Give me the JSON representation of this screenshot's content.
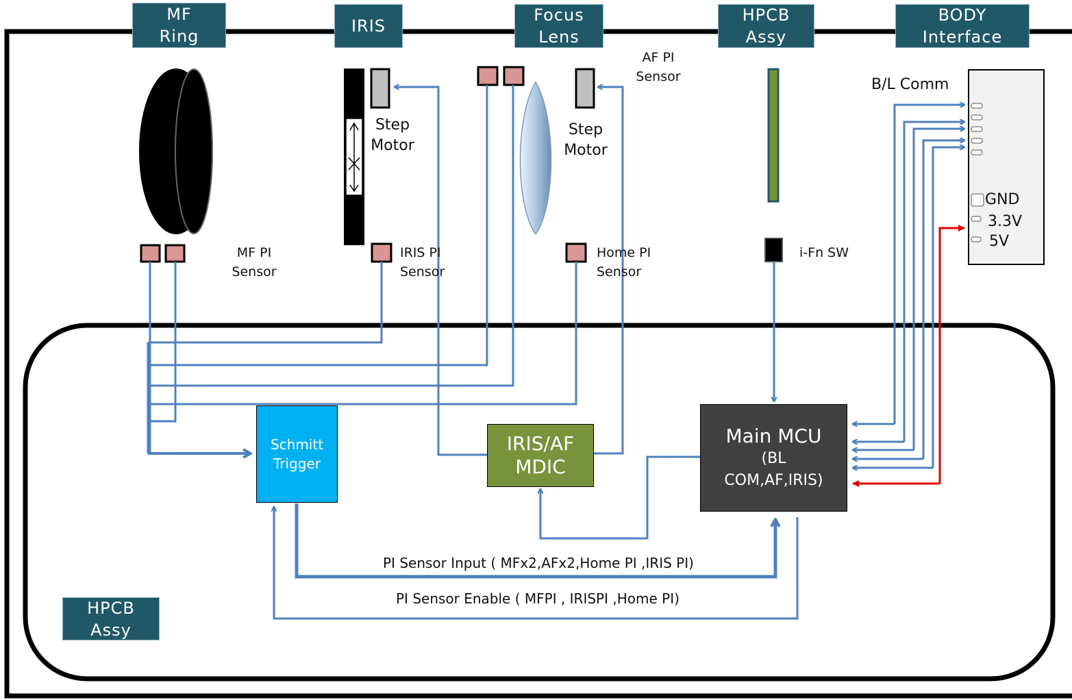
{
  "headers": {
    "mf_ring": "MF\nRing",
    "iris": "IRIS",
    "focus_lens": "Focus\nLens",
    "hpcb_assy": "HPCB\nAssy",
    "body_interface": "BODY\nInterface"
  },
  "labels": {
    "step_motor_iris": "Step\nMotor",
    "step_motor_af": "Step\nMotor",
    "af_pi_sensor": "AF PI\nSensor",
    "mf_pi_sensor": "MF PI\nSensor",
    "iris_pi_sensor": "IRIS PI\nSensor",
    "home_pi_sensor": "Home PI\nSensor",
    "ifn_sw": "i-Fn SW",
    "bl_comm": "B/L Comm"
  },
  "connector": {
    "gnd": "GND",
    "v33": "3.3V",
    "v5": "5V"
  },
  "blocks": {
    "schmitt": "Schmitt\nTrigger",
    "mdic": "IRIS/AF\nMDIC",
    "mcu_title": "Main MCU",
    "mcu_sub": "(BL\nCOM,AF,IRIS)"
  },
  "signals": {
    "pi_input": "PI Sensor Input ( MFx2,AFx2,Home PI ,IRIS PI)",
    "pi_enable": "PI Sensor Enable ( MFPI , IRISPI ,Home PI)"
  },
  "footer_block": "HPCB\nAssy",
  "colors": {
    "header": "#215868",
    "wire": "#4f81bd",
    "power_wire": "#e00000",
    "schmitt": "#00b0f0",
    "mdic": "#77933c",
    "mcu": "#404040",
    "sensor": "#d99694"
  }
}
